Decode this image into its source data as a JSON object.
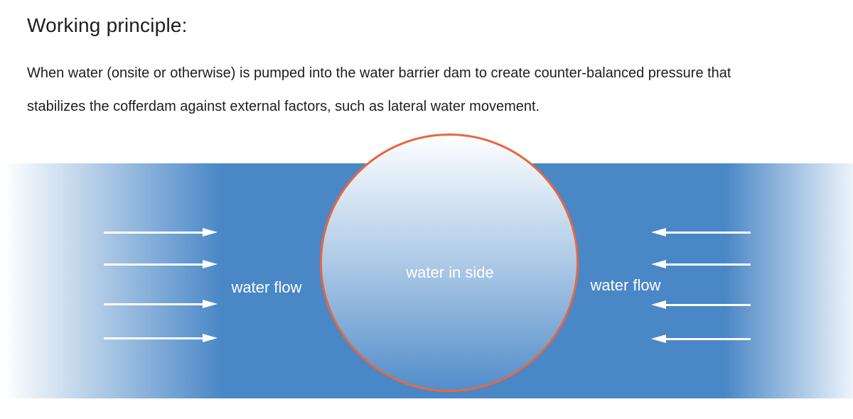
{
  "page": {
    "title": "Working principle:",
    "description_lines": [
      "When water (onsite or otherwise) is pumped into the water barrier dam to create counter-balanced pressure that",
      "stabilizes the cofferdam against external factors, such as lateral water movement."
    ]
  },
  "diagram": {
    "inside_label": "water in side",
    "left_flow_label": "water flow",
    "right_flow_label": "water flow",
    "left_arrows_direction": "right",
    "right_arrows_direction": "left",
    "left_arrows_count": 4,
    "right_arrows_count": 4,
    "colors": {
      "water_blue": "#4a87c7",
      "circle_fill_top": "#fdfeff",
      "circle_fill_bottom": "#538ecb",
      "circle_stroke_orange": "#e8673f",
      "arrow_and_label_white": "#ffffff",
      "text_dark": "#1e1e1e"
    }
  }
}
